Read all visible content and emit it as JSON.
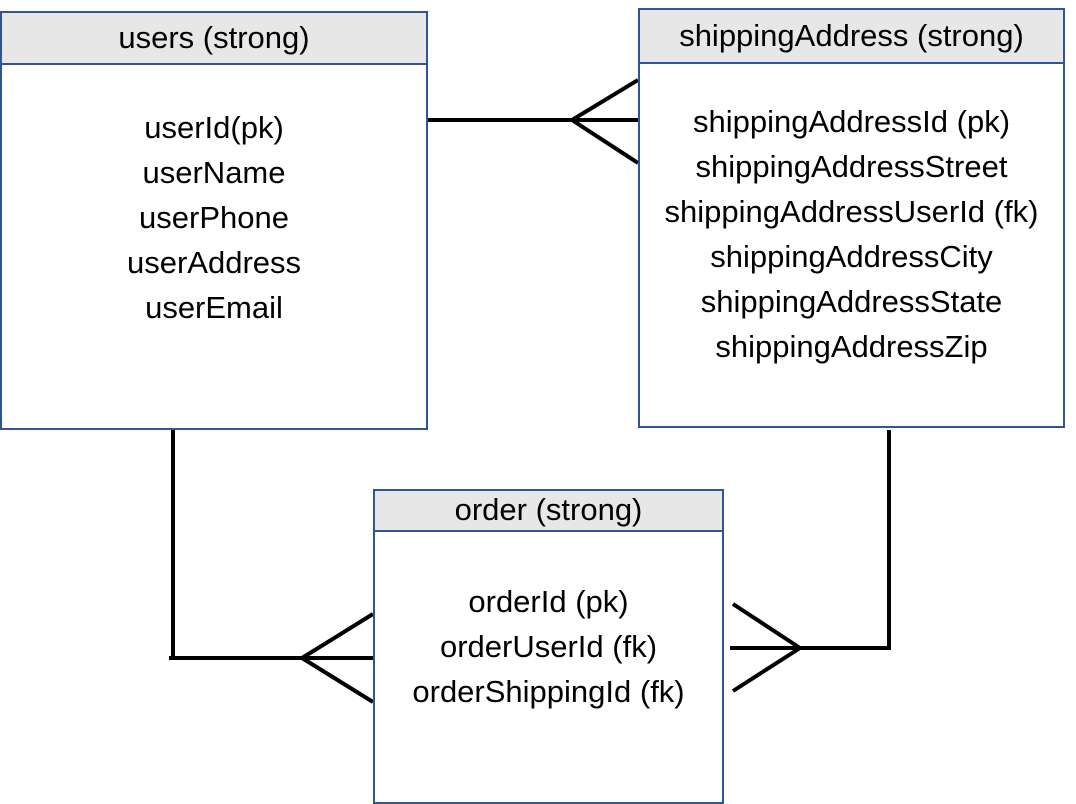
{
  "entities": [
    {
      "id": "users",
      "title": "users (strong)",
      "attributes": [
        "userId(pk)",
        "userName",
        "userPhone",
        "userAddress",
        "userEmail"
      ]
    },
    {
      "id": "shippingAddress",
      "title": "shippingAddress (strong)",
      "attributes": [
        "shippingAddressId (pk)",
        "shippingAddressStreet",
        "shippingAddressUserId (fk)",
        "shippingAddressCity",
        "shippingAddressState",
        "shippingAddressZip"
      ]
    },
    {
      "id": "order",
      "title": "order (strong)",
      "attributes": [
        "orderId (pk)",
        "orderUserId (fk)",
        "orderShippingId (fk)"
      ]
    }
  ],
  "relationships": [
    {
      "from": "users",
      "to": "shippingAddress",
      "from_cardinality": "one",
      "to_cardinality": "many"
    },
    {
      "from": "users",
      "to": "order",
      "from_cardinality": "one",
      "to_cardinality": "many"
    },
    {
      "from": "shippingAddress",
      "to": "order",
      "from_cardinality": "one",
      "to_cardinality": "many"
    }
  ],
  "colors": {
    "entity_border": "#2f5597",
    "header_fill": "#e7e7e7",
    "connector": "#000000",
    "text": "#000000"
  }
}
